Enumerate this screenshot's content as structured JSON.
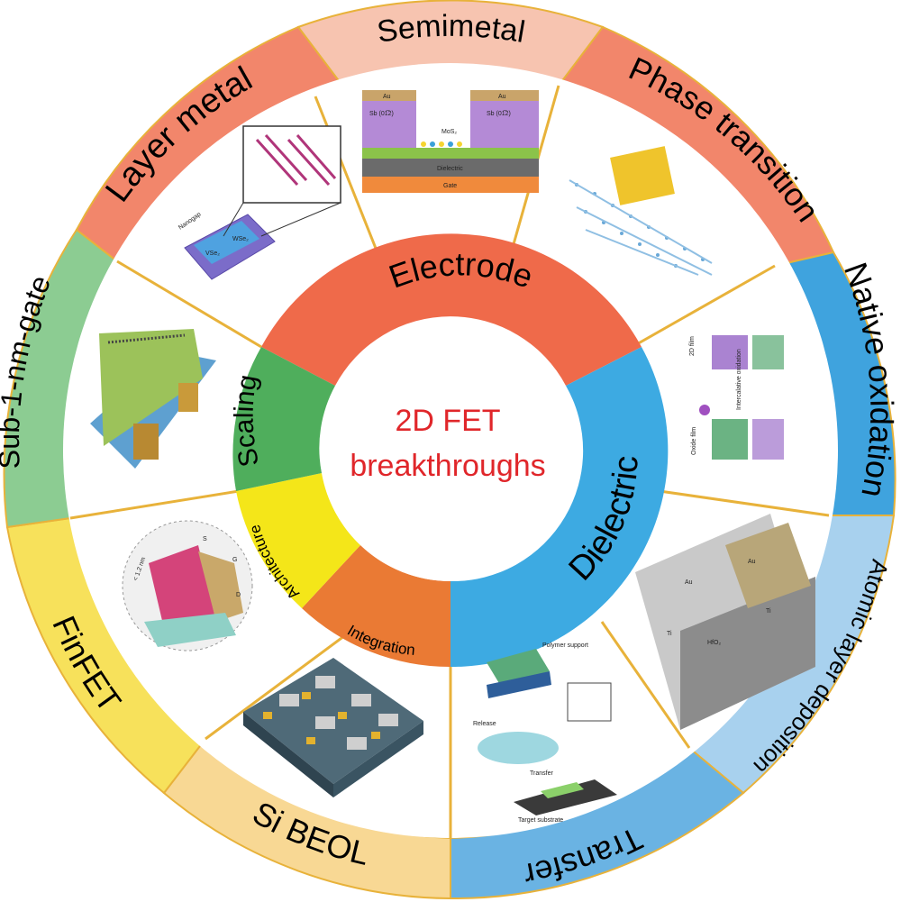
{
  "center": {
    "title_line1": "2D FET",
    "title_line2": "breakthroughs"
  },
  "categories": {
    "electrode": "Electrode",
    "dielectric": "Dielectric",
    "scaling": "Scaling",
    "architecture": "Architecture",
    "integration": "Integration"
  },
  "outer": {
    "semimetal": "Semimetal",
    "phase_transition": "Phase transition",
    "native_oxidation": "Native oxidation",
    "ald": "Atomic layer deposition",
    "transfer": "Transfer",
    "si_beol": "Si BEOL",
    "finfet": "FinFET",
    "sub1nm": "Sub-1-nm-gate",
    "layer_metal": "Layer metal"
  },
  "inset_labels": {
    "semimetal": {
      "au_left": "Au",
      "au_right": "Au",
      "sb_left": "Sb (01̅2)",
      "sb_right": "Sb (01̅2)",
      "channel": "MoS₂",
      "dielectric": "Dielectric",
      "gate": "Gate"
    },
    "finfet": {
      "s": "S",
      "g": "G",
      "d": "D",
      "dim": "< 1.2 nm"
    },
    "layer_metal": {
      "nanogap": "Nanogap",
      "mat1": "VSe₂",
      "mat2": "WSe₂"
    },
    "ald": {
      "au1": "Au",
      "au2": "Au",
      "ti1": "Ti",
      "ti2": "Ti",
      "hfo": "HfO₂"
    },
    "transfer": {
      "step1": "Polymer support",
      "release": "Release",
      "transfer": "Transfer",
      "target": "Target substrate"
    },
    "native": {
      "film": "2D film",
      "ox": "Intercalative oxidation",
      "oxide": "Oxide film"
    }
  },
  "colors": {
    "electrode": "#ef6a4a",
    "dielectric": "#3daae2",
    "scaling": "#4fae5c",
    "architecture": "#f4e619",
    "integration": "#ea7a34",
    "semimetal_outer": "#f7c4b0",
    "phase_outer": "#f2866b",
    "layer_metal_outer": "#f2866b",
    "native_outer": "#3fa3de",
    "ald_outer": "#a8d1ee",
    "transfer_outer": "#6ab3e3",
    "si_beol_outer": "#f8d894",
    "finfet_outer": "#f7e15b",
    "sub1nm_outer": "#8ccc92",
    "divider": "#e8b23a"
  }
}
